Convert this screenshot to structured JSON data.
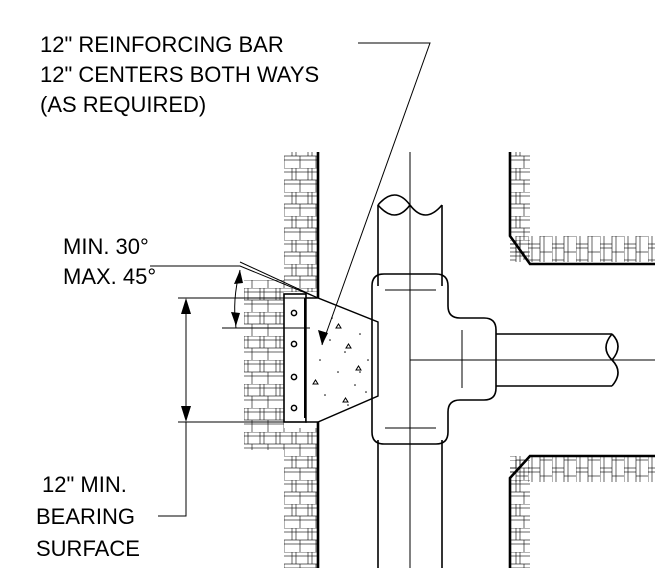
{
  "labels": {
    "rebar_line1": "12\" REINFORCING BAR",
    "rebar_line2": "12\" CENTERS BOTH WAYS",
    "rebar_line3": "(AS REQUIRED)",
    "angle_line1": "MIN. 30°",
    "angle_line2": "MAX. 45°",
    "bearing_line1": "12\" MIN.",
    "bearing_line2": "BEARING",
    "bearing_line3": "SURFACE"
  }
}
